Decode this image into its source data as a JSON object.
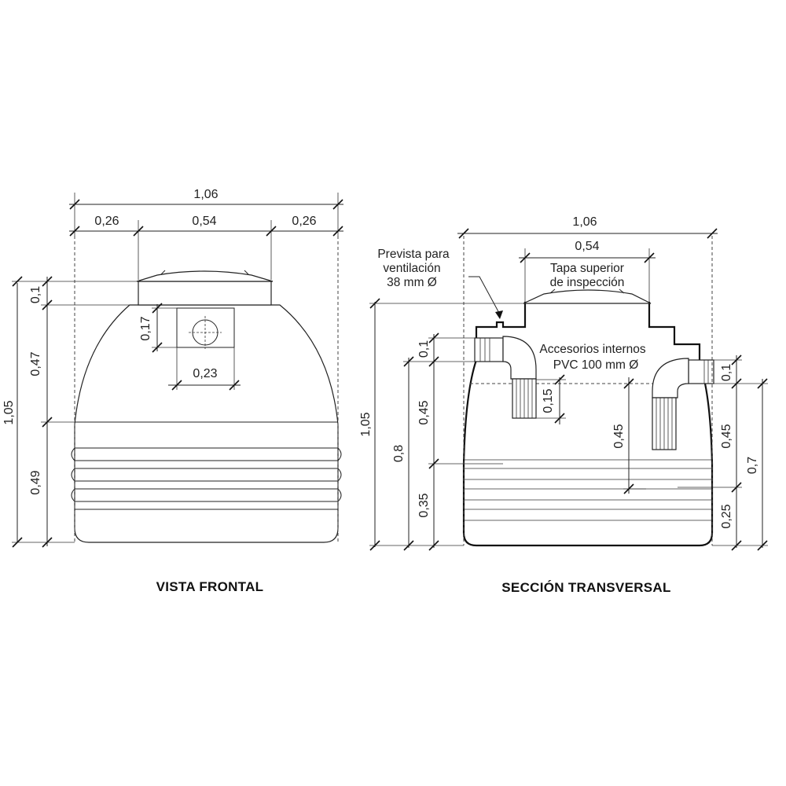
{
  "frontal": {
    "caption": "VISTA FRONTAL",
    "dims": {
      "total_width": "1,06",
      "left_side": "0,26",
      "center": "0,54",
      "right_side": "0,26",
      "total_height": "1,05",
      "lid": "0,1",
      "upper": "0,47",
      "lower": "0,49",
      "pipe_height": "0,17",
      "pipe_width": "0,23"
    }
  },
  "section": {
    "caption": "SECCIÓN TRANSVERSAL",
    "dims": {
      "total_width": "1,06",
      "lid_width": "0,54",
      "total_height": "1,05",
      "inlet_height": "0,8",
      "left_top": "0,1",
      "left_mid": "0,45",
      "left_bottom": "0,35",
      "inner_drop": "0,15",
      "inner_level": "0,45",
      "right_top": "0,1",
      "right_mid": "0,45",
      "right_bottom": "0,25",
      "outlet_height": "0,7"
    },
    "notes": {
      "vent_line1": "Prevista para",
      "vent_line2": "ventilación",
      "vent_line3": "38 mm Ø",
      "lid_line1": "Tapa superior",
      "lid_line2": "de inspección",
      "acc_line1": "Accesorios internos",
      "acc_line2": "PVC 100 mm Ø"
    }
  }
}
